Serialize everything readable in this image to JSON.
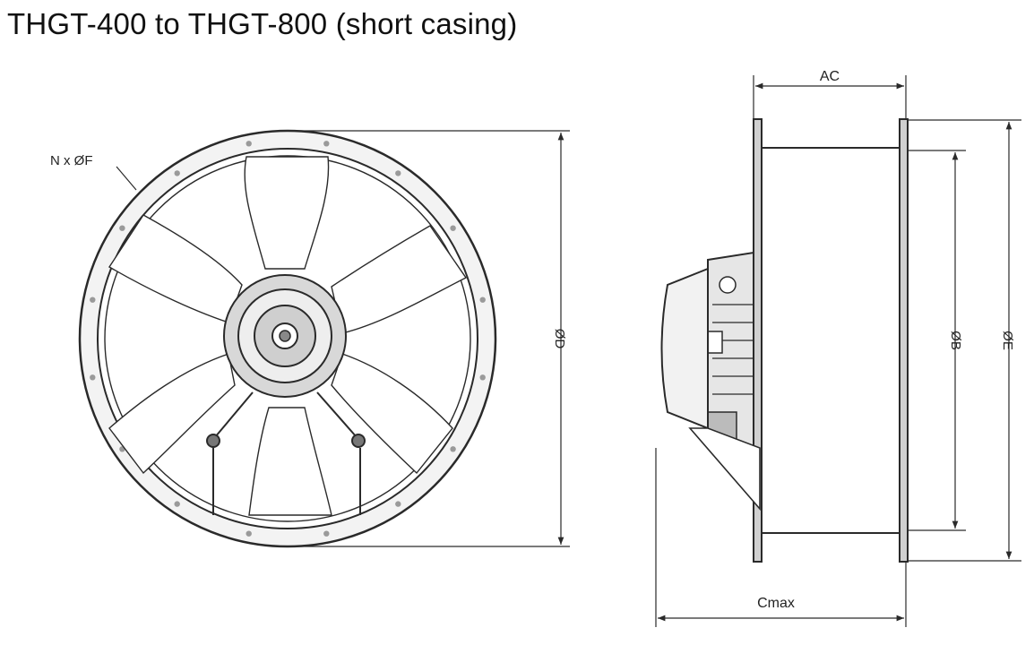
{
  "title": "THGT-400 to THGT-800 (short casing)",
  "labels": {
    "bolt_holes": "N x ØF",
    "outer_diameter": "ØD",
    "casing_length": "AC",
    "inner_diameter": "ØB",
    "flange_diameter": "ØE",
    "overall_length": "Cmax"
  },
  "colors": {
    "line": "#2a2a2a",
    "light_fill": "#e2e2e2",
    "mid_fill": "#c4c4c4"
  }
}
